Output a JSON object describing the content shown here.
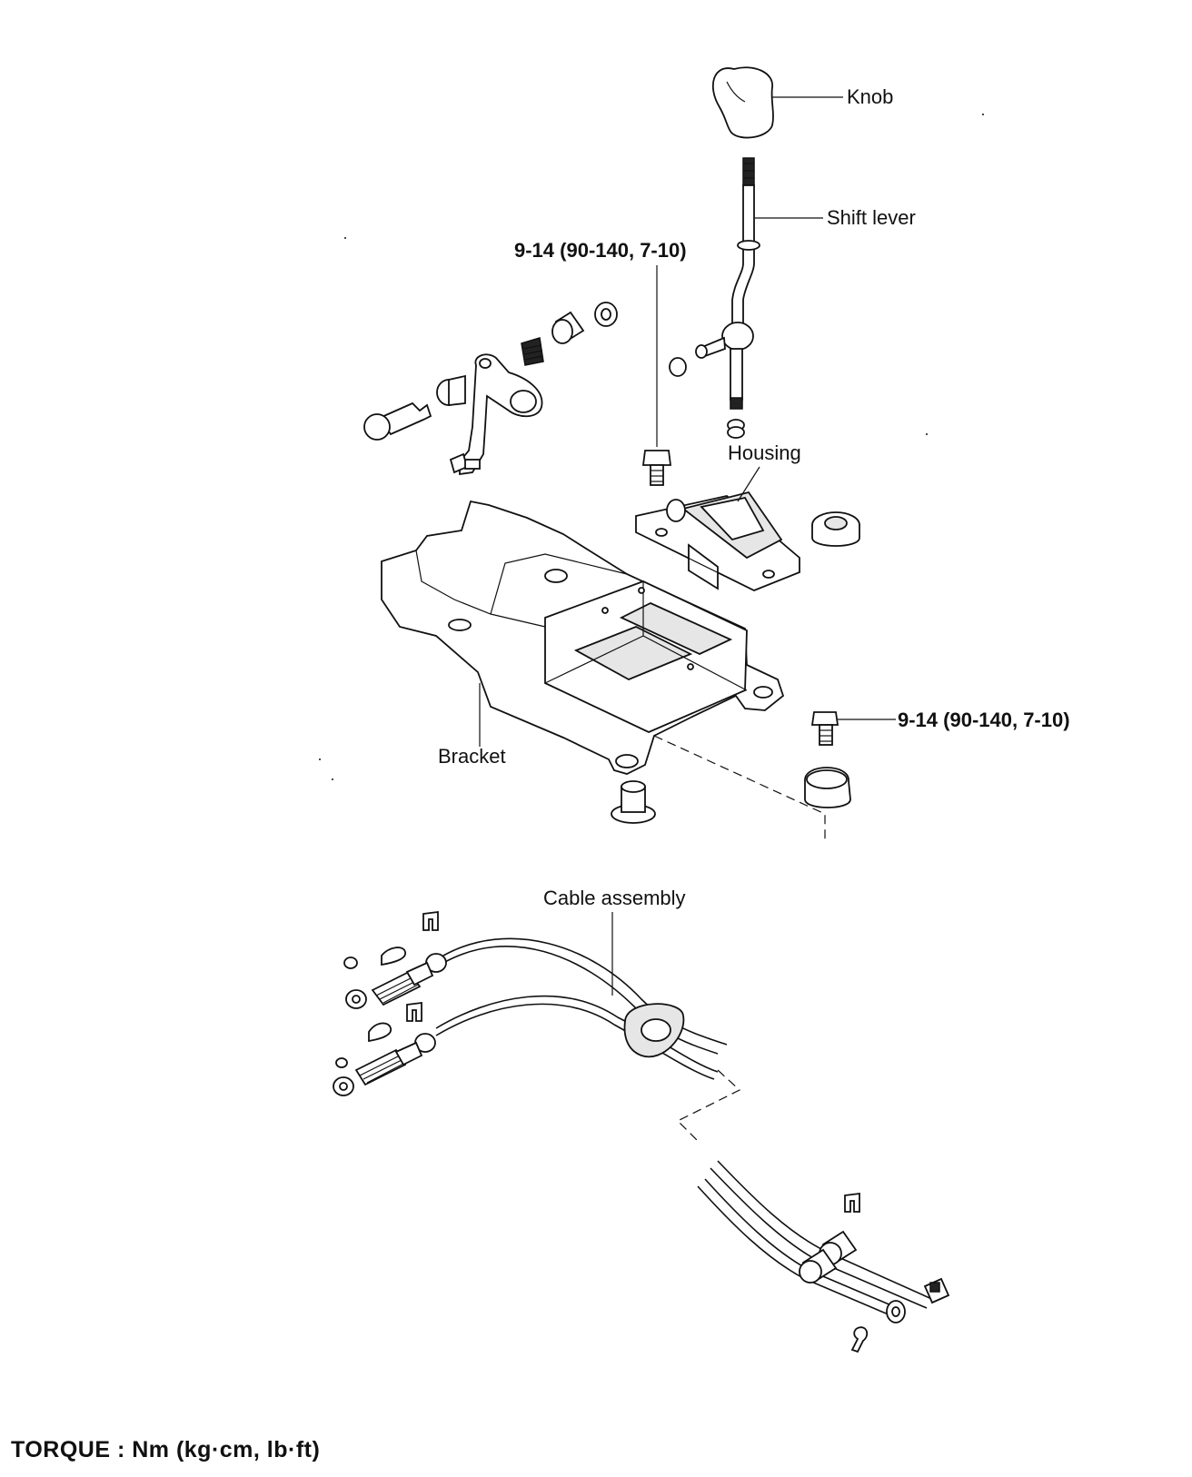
{
  "labels": {
    "knob": "Knob",
    "shift_lever": "Shift lever",
    "torque_spec_top": "9-14 (90-140, 7-10)",
    "housing": "Housing",
    "bracket": "Bracket",
    "torque_spec_right": "9-14 (90-140, 7-10)",
    "cable_assembly": "Cable assembly"
  },
  "footer": {
    "torque_units": "TORQUE : Nm (kg·cm, lb·ft)"
  }
}
